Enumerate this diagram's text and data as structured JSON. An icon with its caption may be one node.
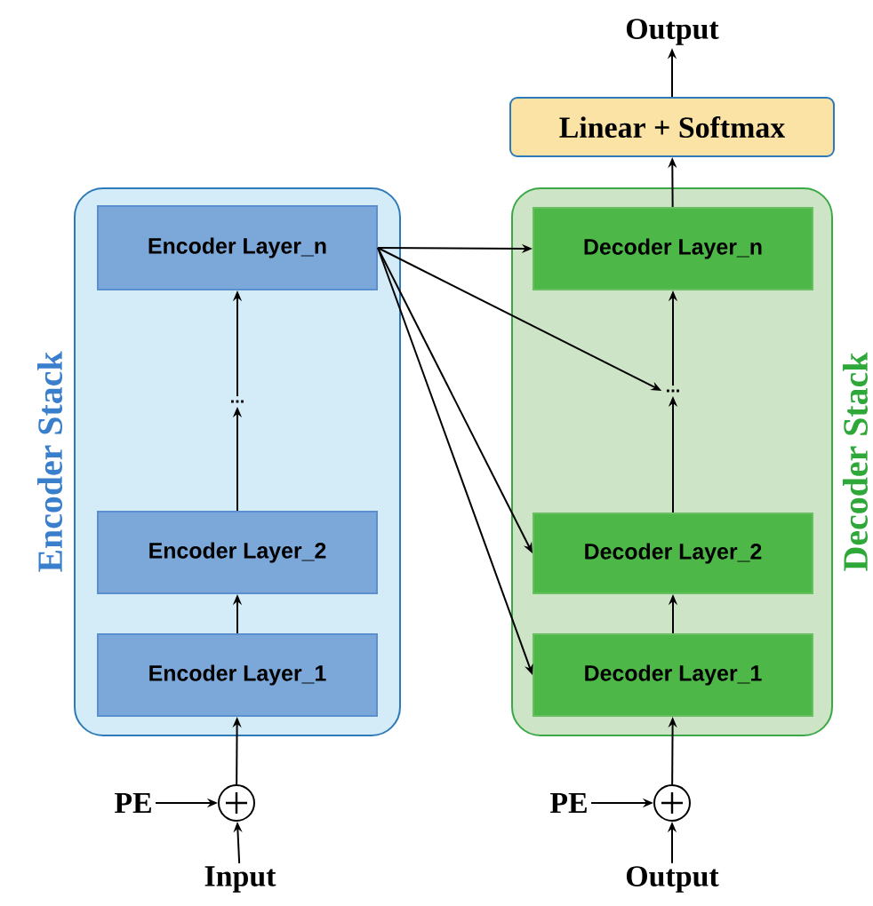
{
  "diagram": {
    "nodes": [
      {
        "text": [
          "Encoder Stack"
        ]
      },
      {
        "text": [
          "Encoder Layer_n"
        ],
        "in": 0
      },
      {
        "text": [
          "..."
        ],
        "in": 0
      },
      {
        "text": [
          "Encoder Layer_2"
        ],
        "in": 0
      },
      {
        "text": [
          "Encoder Layer_1"
        ],
        "in": 0
      },
      {
        "text": [
          "Decoder Stack"
        ]
      },
      {
        "text": [
          "Decoder Layer_n"
        ],
        "in": 5
      },
      {
        "text": [
          "..."
        ],
        "in": 5
      },
      {
        "text": [
          "Decoder Layer_2"
        ],
        "in": 5
      },
      {
        "text": [
          "Decoder Layer_1"
        ],
        "in": 5
      },
      {
        "text": [
          "Linear + Softmax"
        ]
      },
      {
        "text": [
          "Output"
        ]
      },
      {
        "text": [
          "PE"
        ]
      },
      {
        "text": [],
        "shape": "circle"
      },
      {
        "text": [
          "Input"
        ]
      },
      {
        "text": [
          "PE"
        ]
      },
      {
        "text": [],
        "shape": "circle"
      },
      {
        "text": [
          "Output"
        ]
      }
    ],
    "edges": [
      {
        "from": 14,
        "to": 13,
        "arrow": "to"
      },
      {
        "from": 12,
        "to": 13,
        "arrow": "to"
      },
      {
        "from": 13,
        "to": 4,
        "arrow": "to"
      },
      {
        "from": 4,
        "to": 3,
        "arrow": "to"
      },
      {
        "from": 3,
        "to": 2,
        "arrow": "to"
      },
      {
        "from": 2,
        "to": 1,
        "arrow": "to"
      },
      {
        "from": 1,
        "to": 6,
        "arrow": "to"
      },
      {
        "from": 1,
        "to": 7,
        "arrow": "to"
      },
      {
        "from": 1,
        "to": 8,
        "arrow": "to"
      },
      {
        "from": 1,
        "to": 9,
        "arrow": "to"
      },
      {
        "from": 17,
        "to": 16,
        "arrow": "to"
      },
      {
        "from": 15,
        "to": 16,
        "arrow": "to"
      },
      {
        "from": 16,
        "to": 9,
        "arrow": "to"
      },
      {
        "from": 9,
        "to": 8,
        "arrow": "to"
      },
      {
        "from": 8,
        "to": 7,
        "arrow": "to"
      },
      {
        "from": 7,
        "to": 6,
        "arrow": "to"
      },
      {
        "from": 6,
        "to": 10,
        "arrow": "to"
      },
      {
        "from": 10,
        "to": 11,
        "arrow": "to"
      }
    ]
  }
}
